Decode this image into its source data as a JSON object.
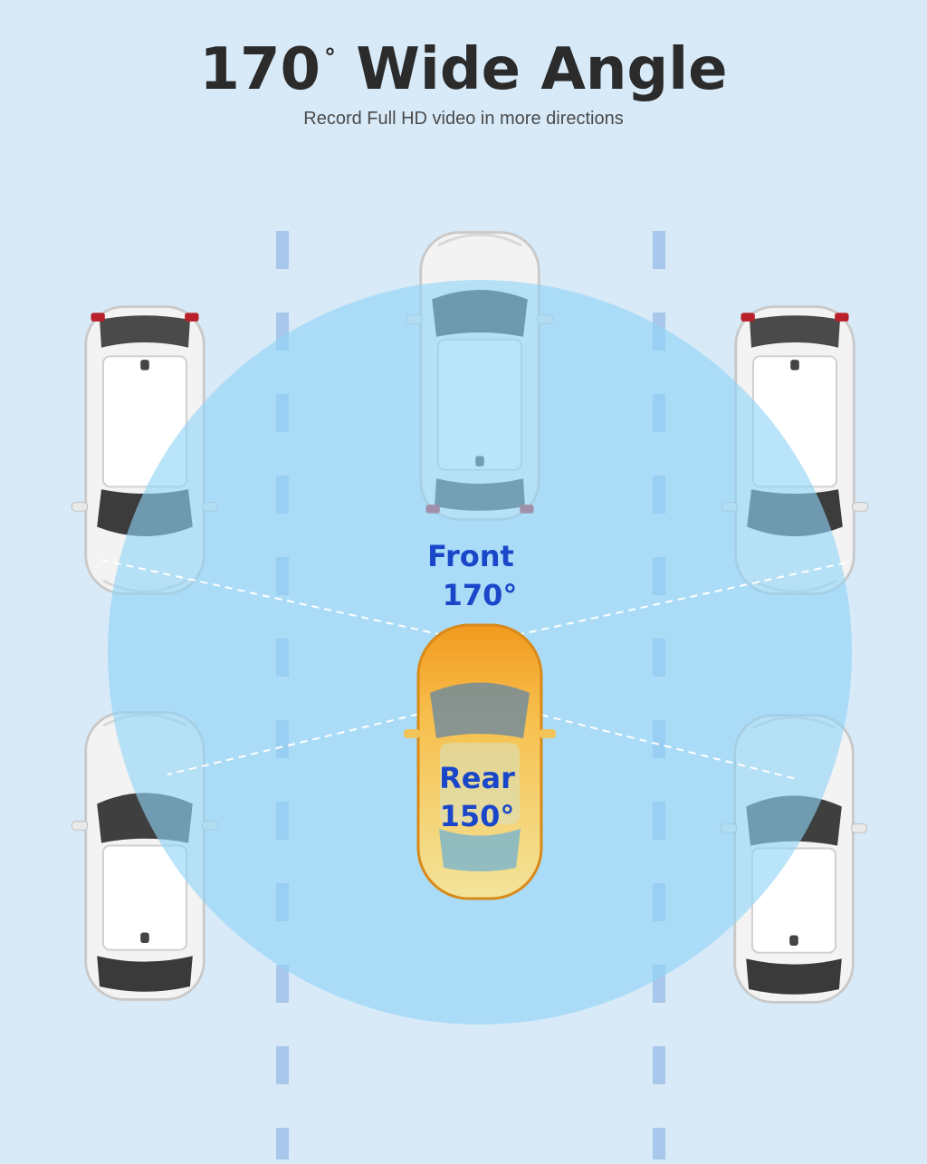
{
  "header": {
    "title_number": "170",
    "title_degree": "°",
    "title_rest": "Wide Angle",
    "subtitle": "Record Full HD video in more directions"
  },
  "labels": {
    "front_name": "Front",
    "front_angle": "170°",
    "rear_name": "Rear",
    "rear_angle": "150°"
  },
  "colors": {
    "background": "#d8eaf8",
    "field_of_view": "#8fd3f7",
    "lane_marker": "#a9c7ea",
    "label_blue": "#1a47c9",
    "dashcam_car": "#f2a93b",
    "other_cars": "#f4f4f4"
  }
}
